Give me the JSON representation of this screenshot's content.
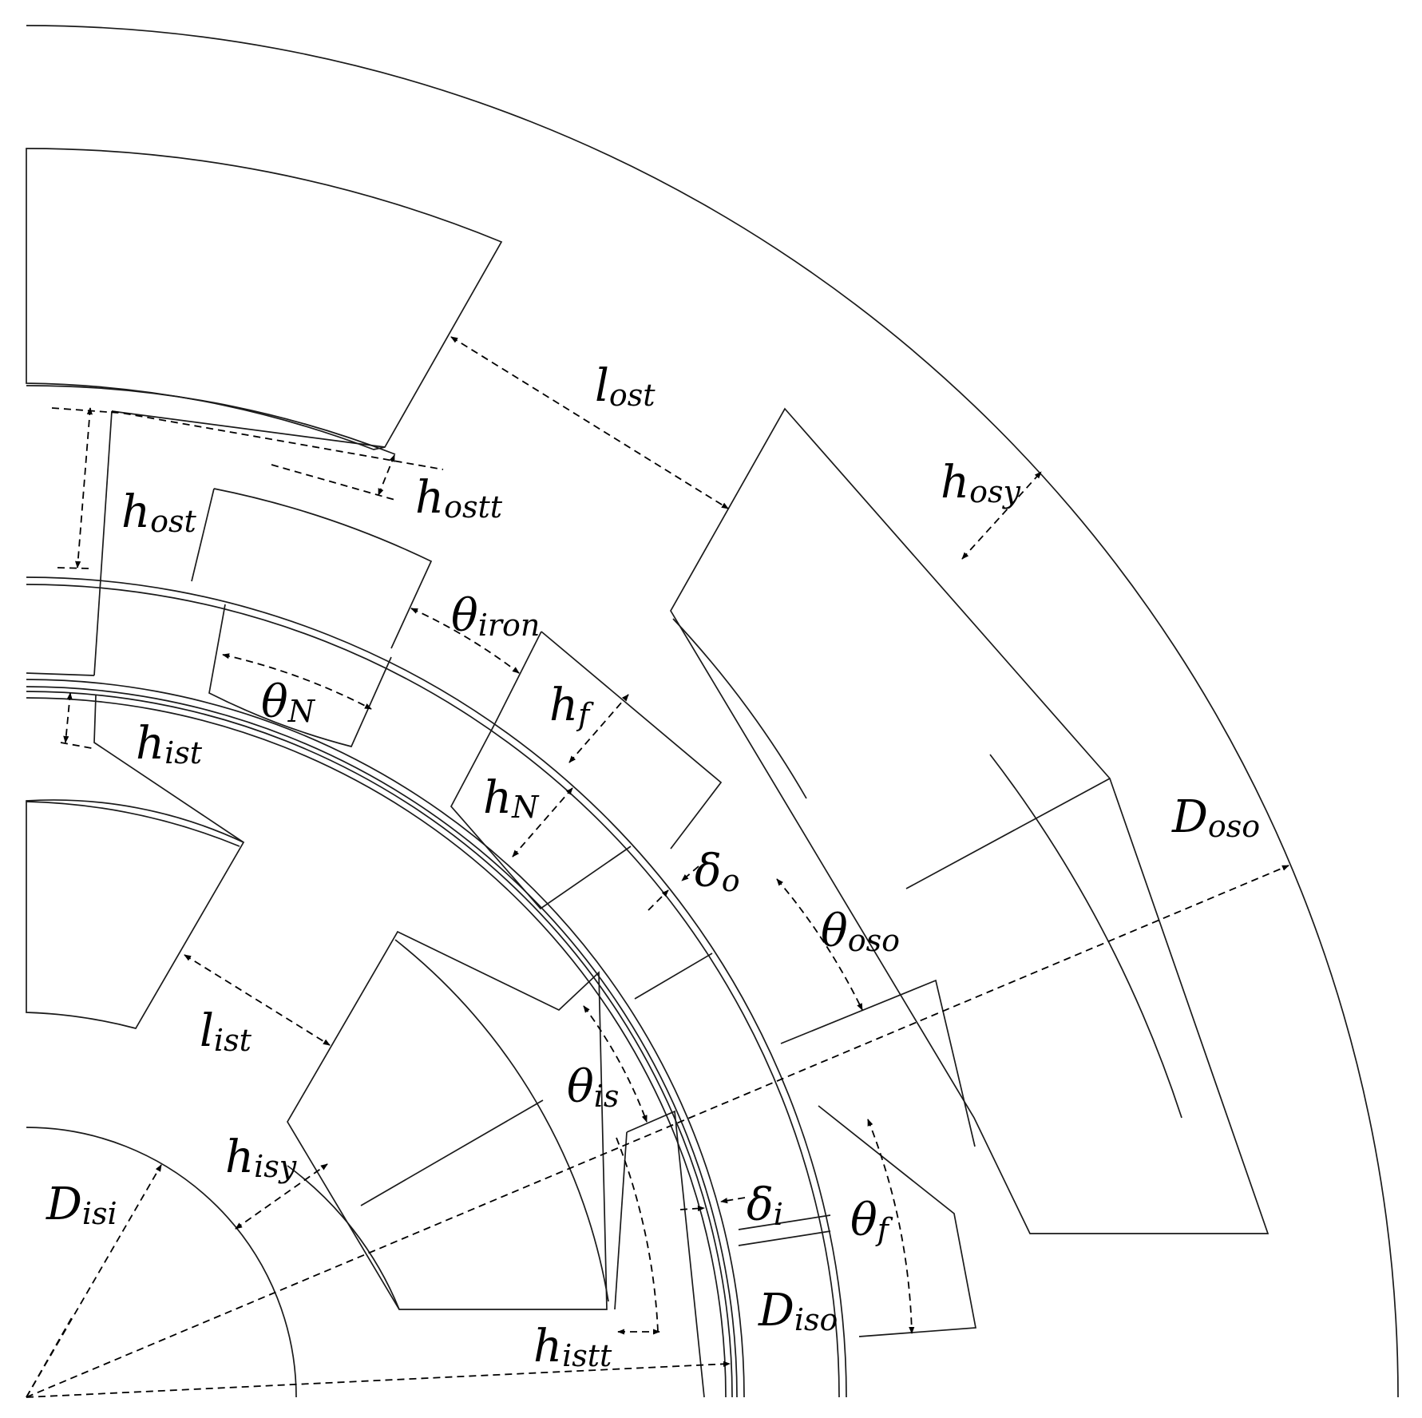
{
  "labels": {
    "l_ost": {
      "main": "l",
      "sub": "ost"
    },
    "h_ostt": {
      "main": "h",
      "sub": "ostt"
    },
    "h_ost": {
      "main": "h",
      "sub": "ost"
    },
    "h_osy": {
      "main": "h",
      "sub": "osy"
    },
    "theta_iron": {
      "main": "θ",
      "sub": "iron"
    },
    "theta_N": {
      "main": "θ",
      "sub": "N"
    },
    "h_f": {
      "main": "h",
      "sub": "f"
    },
    "h_ist": {
      "main": "h",
      "sub": "ist"
    },
    "h_N": {
      "main": "h",
      "sub": "N"
    },
    "delta_o": {
      "main": "δ",
      "sub": "o"
    },
    "D_oso": {
      "main": "D",
      "sub": "oso"
    },
    "theta_oso": {
      "main": "θ",
      "sub": "oso"
    },
    "l_ist": {
      "main": "l",
      "sub": "ist"
    },
    "theta_is": {
      "main": "θ",
      "sub": "is"
    },
    "h_isy": {
      "main": "h",
      "sub": "isy"
    },
    "D_isi": {
      "main": "D",
      "sub": "isi"
    },
    "delta_i": {
      "main": "δ",
      "sub": "i"
    },
    "theta_f": {
      "main": "θ",
      "sub": "f"
    },
    "D_iso": {
      "main": "D",
      "sub": "iso"
    },
    "h_istt": {
      "main": "h",
      "sub": "istt"
    }
  },
  "colors": {
    "line": "#1a1a1a",
    "background": "#ffffff"
  }
}
